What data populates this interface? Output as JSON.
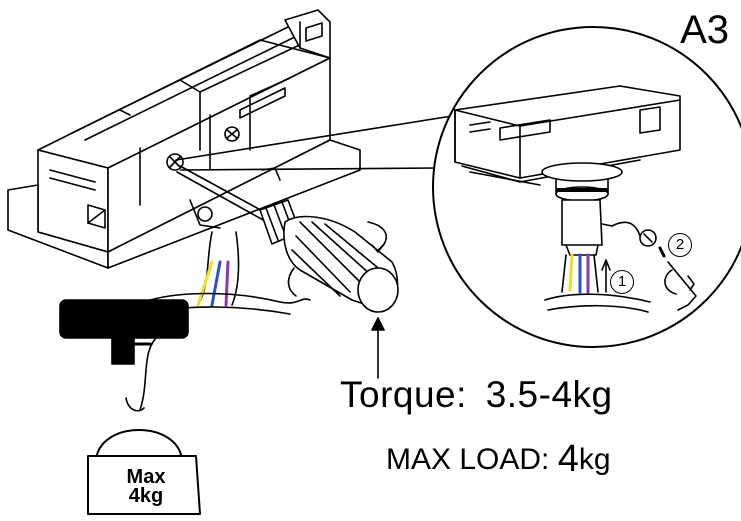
{
  "step_label": "A3",
  "torque": {
    "label": "Torque:",
    "value": "3.5-4kg"
  },
  "max_load": {
    "label": "MAX LOAD:",
    "number": "4",
    "unit": "kg"
  },
  "weight": {
    "line1": "Max",
    "line2": "4kg"
  },
  "steps": {
    "one": "1",
    "two": "2"
  },
  "colors": {
    "line": "#000000",
    "wire_yellow": "#f2dd2a",
    "wire_blue": "#2b4fd0",
    "wire_purple": "#8a3aa8",
    "clamp": "#000000"
  }
}
